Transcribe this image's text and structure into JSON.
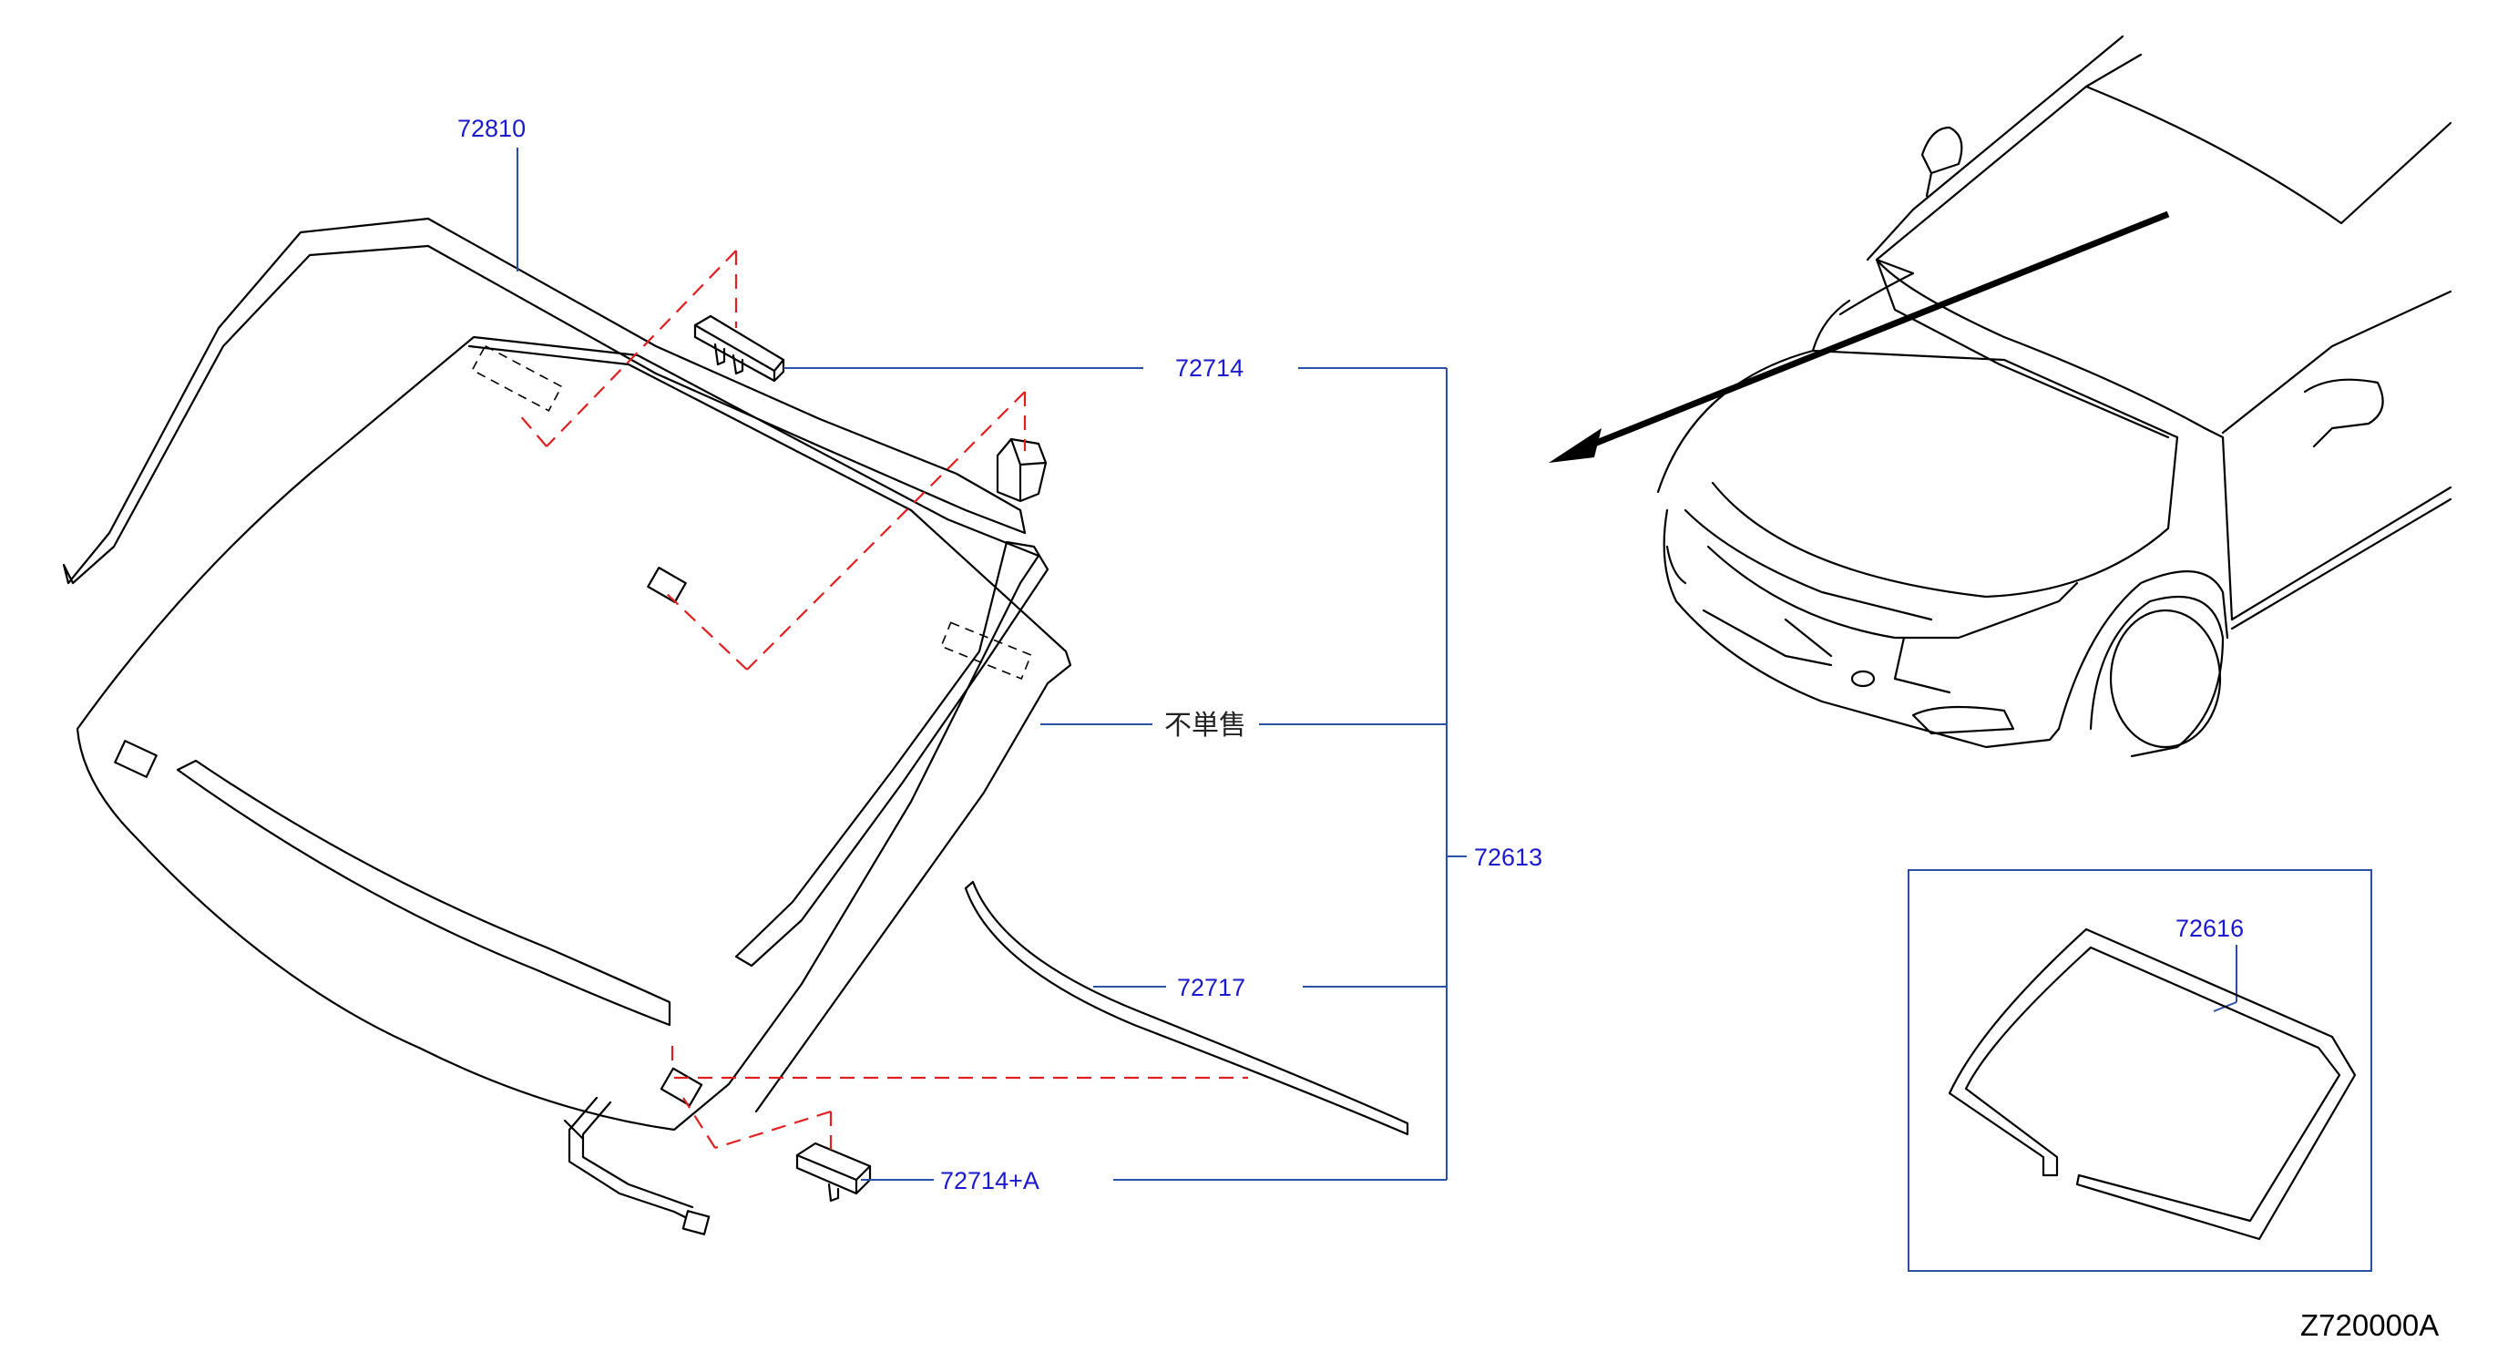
{
  "diagram": {
    "callouts": [
      {
        "id": "molding-top",
        "text": "72810",
        "color": "#1a1acc"
      },
      {
        "id": "clip-upper",
        "text": "72714",
        "color": "#1a1acc"
      },
      {
        "id": "not-sold-separately",
        "text": "不単售",
        "color": "#222222"
      },
      {
        "id": "windshield-assy",
        "text": "72613",
        "color": "#1a1acc"
      },
      {
        "id": "weatherstrip-lower",
        "text": "72717",
        "color": "#1a1acc"
      },
      {
        "id": "clip-lower",
        "text": "72714+A",
        "color": "#1a1acc"
      },
      {
        "id": "dam-rubber",
        "text": "72616",
        "color": "#1a1acc"
      }
    ],
    "figure_code": "Z720000A"
  },
  "colors": {
    "callout_text": "#1a1acc",
    "leader_line": "#2a4fa8",
    "hidden_line": "#e02020",
    "artwork": "#000000"
  }
}
